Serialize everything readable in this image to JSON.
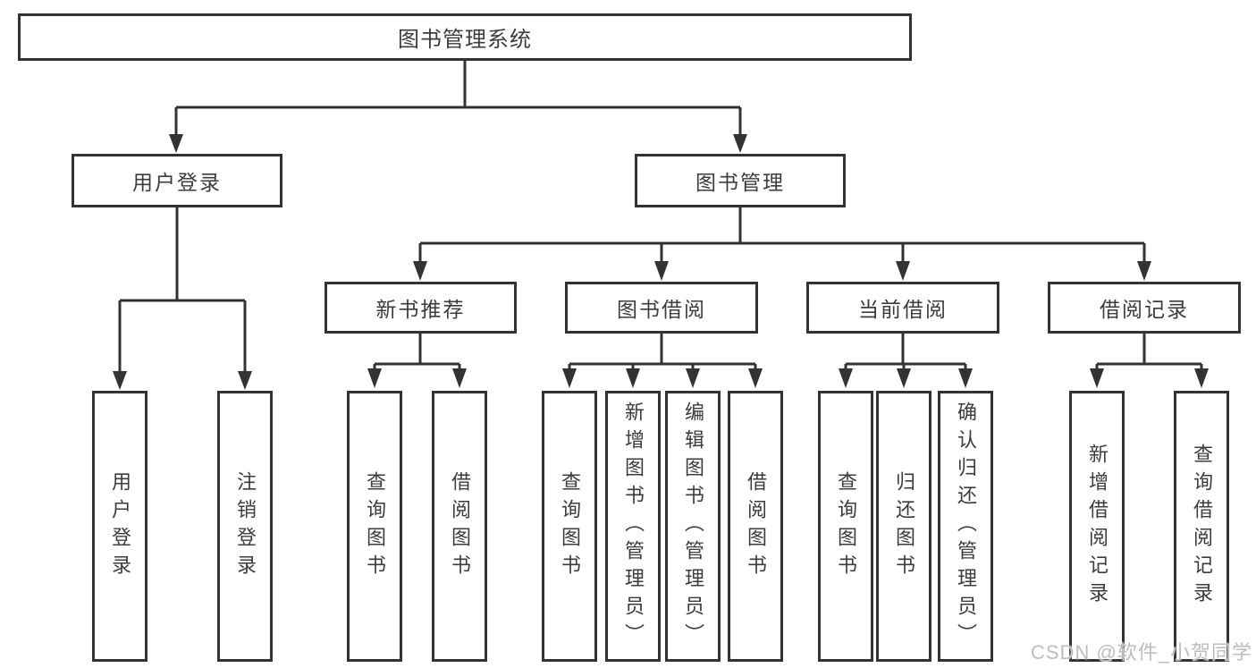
{
  "root": {
    "label": "图书管理系统"
  },
  "branches": {
    "user_login": {
      "label": "用户登录",
      "children": [
        {
          "label": "用户登录"
        },
        {
          "label": "注销登录"
        }
      ]
    },
    "book_management": {
      "label": "图书管理",
      "sections": [
        {
          "label": "新书推荐",
          "children": [
            {
              "label": "查询图书"
            },
            {
              "label": "借阅图书"
            }
          ]
        },
        {
          "label": "图书借阅",
          "children": [
            {
              "label": "查询图书"
            },
            {
              "label": "新增图书（管理员）"
            },
            {
              "label": "编辑图书（管理员）"
            },
            {
              "label": "借阅图书"
            }
          ]
        },
        {
          "label": "当前借阅",
          "children": [
            {
              "label": "查询图书"
            },
            {
              "label": "归还图书"
            },
            {
              "label": "确认归还（管理员）"
            }
          ]
        },
        {
          "label": "借阅记录",
          "children": [
            {
              "label": "新增借阅记录"
            },
            {
              "label": "查询借阅记录"
            }
          ]
        }
      ]
    }
  },
  "watermark": {
    "text": "CSDN @软件_小贺同学"
  },
  "colors": {
    "line": "#333333",
    "text": "#3c3c3c",
    "background": "#ffffff",
    "watermark": "#bdbdbd"
  }
}
